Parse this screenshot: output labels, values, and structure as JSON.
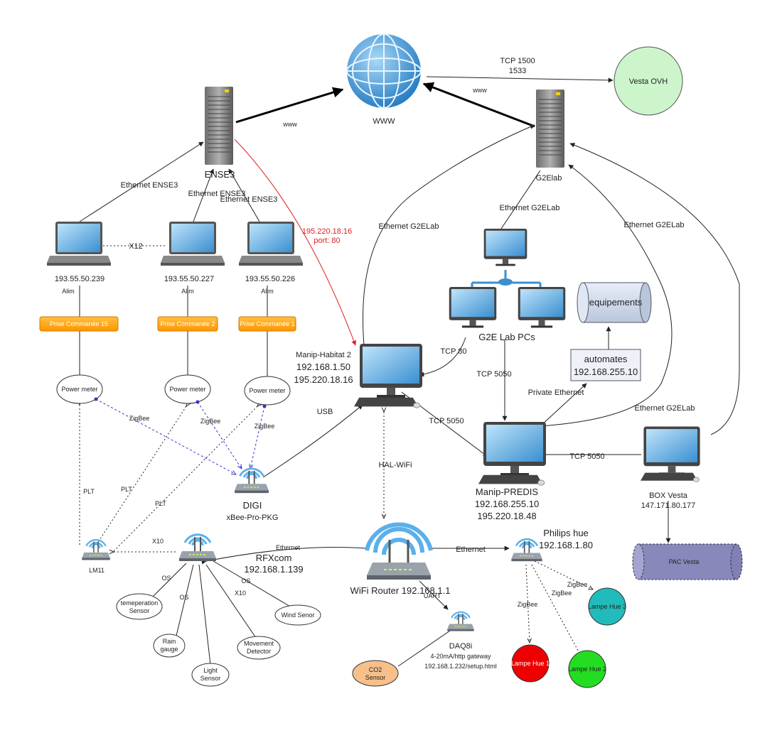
{
  "nodes": {
    "www": "WWW",
    "vesta_ovh": "Vesta OVH",
    "ense3": "ENSE3",
    "g2elab": "G2Elab",
    "laptop1_ip": "193.55.50.239",
    "laptop2_ip": "193.55.50.227",
    "laptop3_ip": "193.55.50.226",
    "prise15": "Prise Commanée 15",
    "prise2": "Prise Commanée 2",
    "prise1": "Prise Commanée 1",
    "power_meter": "Power meter",
    "digi_1": "DIGI",
    "digi_2": "xBee-Pro-PKG",
    "manip_habitat_1": "Manip-Habitat 2",
    "manip_habitat_2": "192.168.1.50",
    "manip_habitat_3": "195.220.18.16",
    "g2e_pcs": "G2E Lab PCs",
    "equipements": "equipements",
    "automates_1": "automates",
    "automates_2": "192.168.255.10",
    "manip_predis_1": "Manip-PREDIS",
    "manip_predis_2": "192.168.255.10",
    "manip_predis_3": "195.220.18.48",
    "box_vesta_1": "BOX Vesta",
    "box_vesta_2": "147.171.80.177",
    "pac_vesta": "PAC Vesta",
    "lm11": "LM11",
    "rfxcom_1": "RFXcom",
    "rfxcom_2": "192.168.1.139",
    "wifi_router": "WiFi Router 192.168.1.1",
    "philips_1": "Philips hue",
    "philips_2": "192.168.1.80",
    "temp_sensor_1": "temeperation",
    "temp_sensor_2": "Sensor",
    "rain_1": "Rain",
    "rain_2": "gauge",
    "light_1": "Light",
    "light_2": "Sensor",
    "movement_1": "Movement",
    "movement_2": "Detector",
    "wind": "Wind Senor",
    "daq_1": "DAQ8i",
    "daq_2": "4-20mA/http gateway",
    "daq_3": "192.168.1.232/setup.html",
    "co2_1": "CO2",
    "co2_2": "Sensor",
    "lampe1": "Lampe Hue 1",
    "lampe2": "Lampe Hue 2",
    "lampe3": "Lampe Hue 3"
  },
  "edges": {
    "tcp1500_1": "TCP 1500",
    "tcp1500_2": "1533",
    "www_left": "www",
    "www_right": "www",
    "eth_ense3_1": "Ethernet ENSE3",
    "eth_ense3_2": "Ethernet ENSE3",
    "eth_ense3_3": "Ethernet ENSE3",
    "x12": "X12",
    "alim": "Alim",
    "red_1": "195.220.18.16",
    "red_2": "port: 80",
    "eth_g2e_1": "Ethernet G2ELab",
    "eth_g2e_2": "Ethernet G2ELab",
    "eth_g2e_3": "Ethernet G2ELab",
    "eth_g2e_4": "Ethernet G2ELab",
    "tcp80": "TCP 80",
    "tcp5050": "TCP 5050",
    "private_eth": "Private Ethernet",
    "zigbee": "ZigBee",
    "usb": "USB",
    "hal_wifi": "HAL-WiFi",
    "plt": "PLT",
    "x10": "X10",
    "ethernet": "Ethernet",
    "os": "OS",
    "uart": "UART"
  },
  "colors": {
    "orange_fill": "#ffa500",
    "red_link": "#e02020",
    "zigbee_link": "#3333cc",
    "lampe1": "#ee0000",
    "lampe2": "#22dd22",
    "lampe3": "#22bbbb",
    "vesta_ovh": "#ccf5cc",
    "co2": "#f7c08a",
    "pac_vesta": "#8888bb"
  }
}
